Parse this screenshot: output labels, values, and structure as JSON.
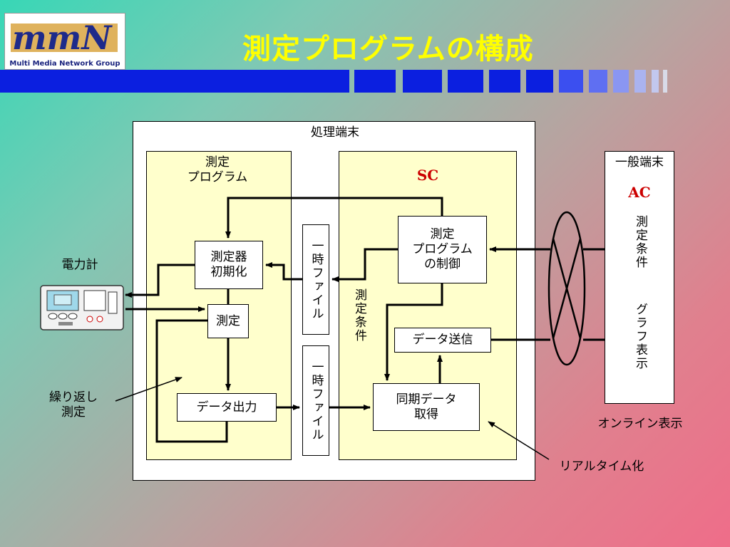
{
  "logo": {
    "text": "Multi Media Network Group",
    "mark": "mmN"
  },
  "title": "測定プログラムの構成",
  "panel_title": "処理端末",
  "measure_program_label": "測定\nプログラム",
  "sc_label": "SC",
  "nodes": {
    "init": "測定器\n初期化",
    "measure": "測定",
    "output": "データ出力",
    "control": "測定\nプログラム\nの制御",
    "send": "データ送信",
    "sync": "同期データ\n取得"
  },
  "temp_file_1": "一時ファイル",
  "temp_file_2": "一時ファイル",
  "conditions": "測定条件",
  "terminal": {
    "title": "一般端末",
    "ac": "AC",
    "conditions": "測定条件",
    "graph": "グラフ表示"
  },
  "meter_label": "電力計",
  "repeat_label": "繰り返し\n測定",
  "online_label": "オンライン表示",
  "realtime_label": "リアルタイム化",
  "colors": {
    "title": "#ffff00",
    "bar": "#0b1fe0",
    "accent_red": "#cc0000",
    "inner": "#ffffcc"
  }
}
